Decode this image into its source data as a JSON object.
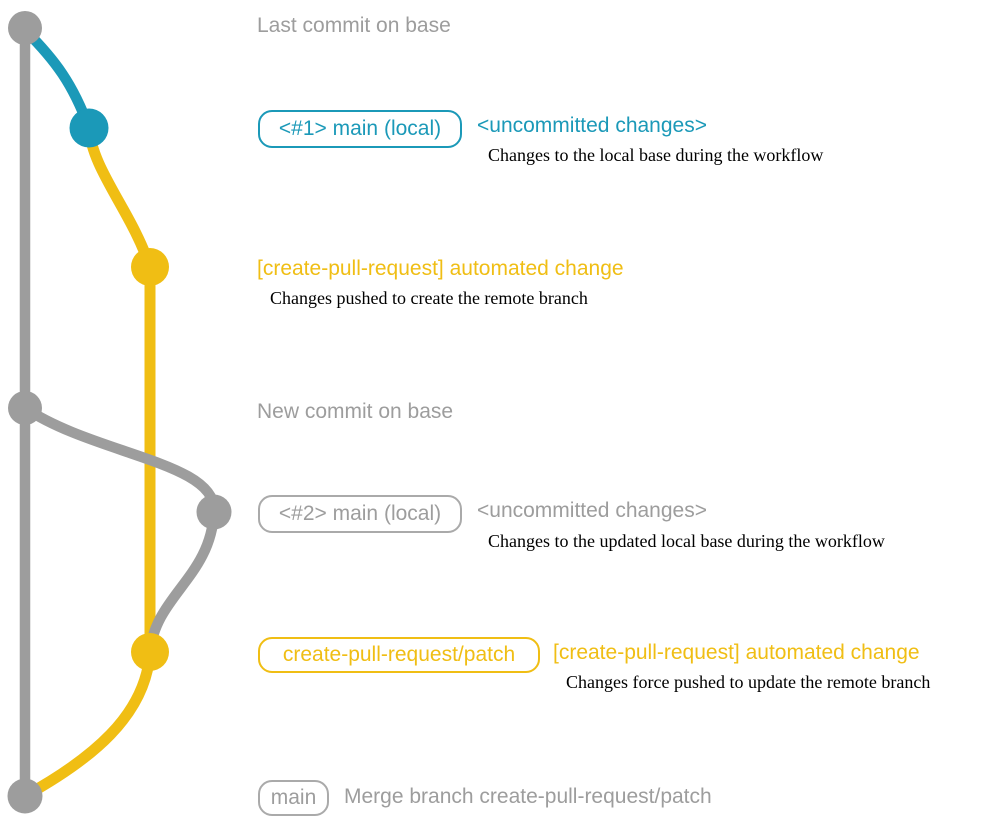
{
  "colors": {
    "base_gray": "#9d9d9d",
    "local_blue": "#1b99b8",
    "patch_yellow": "#f0be14",
    "description_black": "#000000"
  },
  "annotations": {
    "last_commit": "Last commit on base",
    "new_commit": "New commit on base"
  },
  "row_uncommitted_1": {
    "branch_pill": "<#1> main (local)",
    "status": "<uncommitted changes>",
    "description": "Changes to the local base during the workflow"
  },
  "row_automated_1": {
    "heading": "[create-pull-request] automated change",
    "description": "Changes pushed to create the remote branch"
  },
  "row_uncommitted_2": {
    "branch_pill": "<#2> main (local)",
    "status": "<uncommitted changes>",
    "description": "Changes to the updated local base during the workflow"
  },
  "row_automated_2": {
    "branch_pill": "create-pull-request/patch",
    "heading": "[create-pull-request] automated change",
    "description": "Changes force pushed to update the remote branch"
  },
  "row_merge": {
    "branch_pill": "main",
    "message": "Merge branch create-pull-request/patch"
  },
  "graph": {
    "commits": [
      {
        "id": "last-commit-on-base",
        "branch": "base",
        "color": "#9d9d9d"
      },
      {
        "id": "uncommitted-1",
        "branch": "main (local)",
        "color": "#1b99b8"
      },
      {
        "id": "automated-change-1",
        "branch": "create-pull-request/patch",
        "color": "#f0be14"
      },
      {
        "id": "new-commit-on-base",
        "branch": "base",
        "color": "#9d9d9d"
      },
      {
        "id": "uncommitted-2",
        "branch": "main (local)",
        "color": "#9d9d9d"
      },
      {
        "id": "automated-change-2",
        "branch": "create-pull-request/patch",
        "color": "#f0be14"
      },
      {
        "id": "merge-commit",
        "branch": "main",
        "color": "#9d9d9d"
      }
    ]
  }
}
